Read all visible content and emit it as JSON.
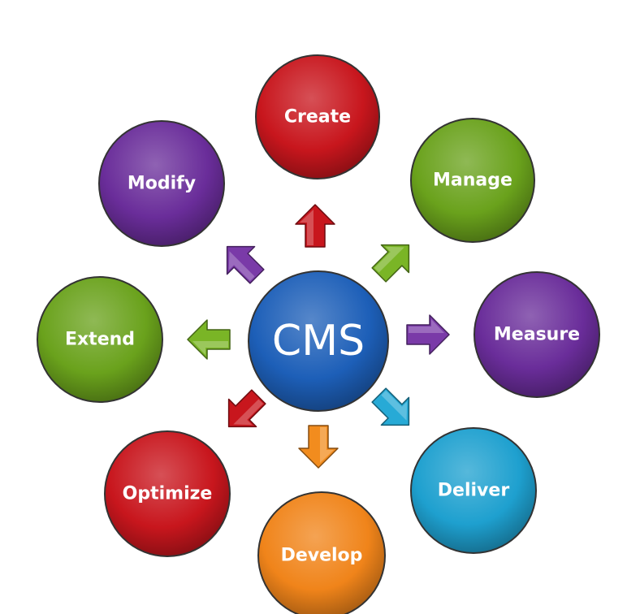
{
  "center": {
    "label": "CMS",
    "color": "#1d5fb8"
  },
  "nodes": [
    {
      "key": "create",
      "label": "Create",
      "color": "#c8161d"
    },
    {
      "key": "manage",
      "label": "Manage",
      "color": "#6aa21c"
    },
    {
      "key": "measure",
      "label": "Measure",
      "color": "#6a2d9a"
    },
    {
      "key": "deliver",
      "label": "Deliver",
      "color": "#1ea0cf"
    },
    {
      "key": "develop",
      "label": "Develop",
      "color": "#f0841a"
    },
    {
      "key": "optimize",
      "label": "Optimize",
      "color": "#c8161d"
    },
    {
      "key": "extend",
      "label": "Extend",
      "color": "#6aa21c"
    },
    {
      "key": "modify",
      "label": "Modify",
      "color": "#6a2d9a"
    }
  ],
  "arrows": [
    {
      "to": "create",
      "color": "#c8161d"
    },
    {
      "to": "manage",
      "color": "#7ab526"
    },
    {
      "to": "measure",
      "color": "#7a3aa8"
    },
    {
      "to": "deliver",
      "color": "#27aad6"
    },
    {
      "to": "develop",
      "color": "#f28c1e"
    },
    {
      "to": "optimize",
      "color": "#c8161d"
    },
    {
      "to": "extend",
      "color": "#7ab526"
    },
    {
      "to": "modify",
      "color": "#7a3aa8"
    }
  ]
}
